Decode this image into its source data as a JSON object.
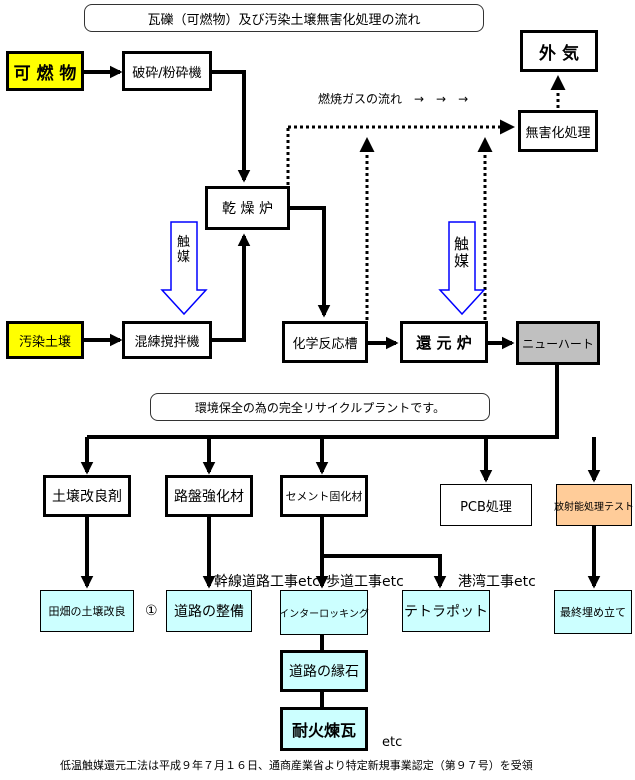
{
  "title": "瓦礫（可燃物）及び汚染土壌無害化処理の流れ",
  "subtitle": "環境保全の為の完全リサイクルプラントです。",
  "nodes": {
    "combustible": "可 燃 物",
    "crusher": "破砕/粉砕機",
    "dryer": "乾 燥 炉",
    "contaminated_soil": "汚染土壌",
    "mixer": "混練撹拌機",
    "chem_reactor": "化学反応槽",
    "reduction_furnace": "還 元 炉",
    "new_heart": "ニューハート",
    "harmless": "無害化処理",
    "outside_air": "外 気",
    "soil_improver": "土壌改良剤",
    "roadbed": "路盤強化材",
    "cement": "セメント固化材",
    "pcb": "PCB処理",
    "radioactive": "放射能処理テスト",
    "farmland": "田畑の土壌改良",
    "road_maintenance": "道路の整備",
    "interlocking": "インターロッキング",
    "tetrapod": "テトラポット",
    "landfill": "最終埋め立て",
    "curb": "道路の縁石",
    "firebrick": "耐火煉瓦"
  },
  "catalyst_left": [
    "触",
    "媒"
  ],
  "catalyst_right": [
    "触",
    "媒"
  ],
  "labels": {
    "gas_flow": "燃焼ガスの流れ　→　→　→",
    "highway": "幹線道路工事etc",
    "sidewalk": "歩道工事etc",
    "harbor": "港湾工事etc",
    "circle_one": "①",
    "etc": "etc",
    "footer": "低温触媒還元工法は平成９年７月１６日、通商産業省より特定新規事業認定（第９７号）を受領"
  },
  "colors": {
    "yellow": "#ffff00",
    "cyan": "#ccffff",
    "gray": "#c0c0c0",
    "orange": "#ffcc99",
    "blue": "#0000ff"
  }
}
